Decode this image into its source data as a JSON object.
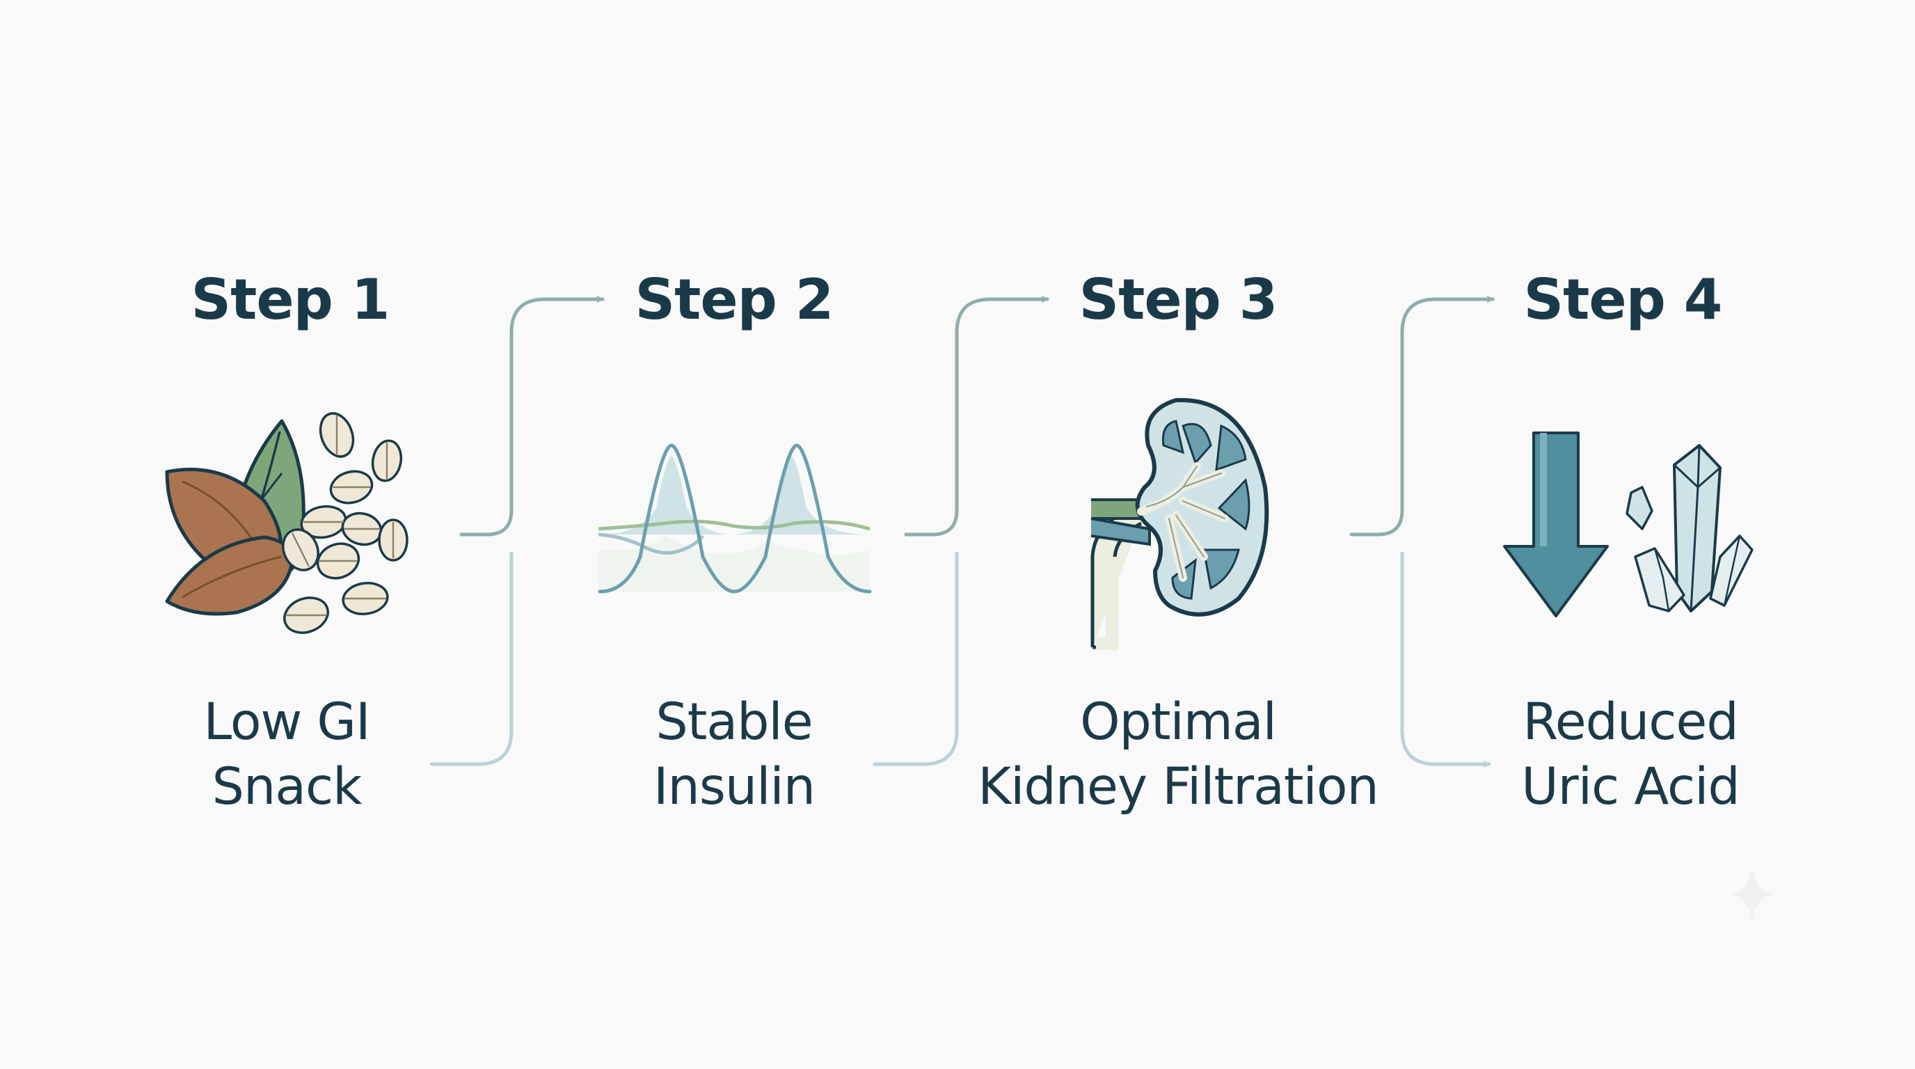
{
  "steps": [
    {
      "title": "Step 1",
      "line1": "Low GI",
      "line2": "Snack",
      "icon": "nuts-and-oats-icon"
    },
    {
      "title": "Step 2",
      "line1": "Stable",
      "line2": "Insulin",
      "icon": "insulin-wave-icon"
    },
    {
      "title": "Step 3",
      "line1": "Optimal",
      "line2": "Kidney Filtration",
      "icon": "kidney-icon"
    },
    {
      "title": "Step 4",
      "line1": "Reduced",
      "line2": "Uric Acid",
      "icon": "down-arrow-crystals-icon"
    }
  ],
  "colors": {
    "background": "#f8f9f8",
    "text": "#1b3a49",
    "connector_upper": "#8fadad",
    "connector_lower": "#b9d2d8",
    "teal_dark": "#4f8f9e",
    "teal_light": "#cfe3e7",
    "almond": "#a9744f",
    "leaf": "#7fa67a",
    "oat": "#efe8d6"
  }
}
